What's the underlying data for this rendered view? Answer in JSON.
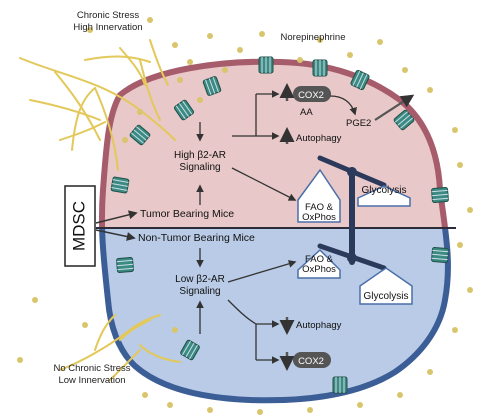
{
  "labels": {
    "top_left_line1": "Chronic Stress",
    "top_left_line2": "High Innervation",
    "bottom_left_line1": "No Chronic Stress",
    "bottom_left_line2": "Low Innervation",
    "norepinephrine": "Norepinephrine",
    "mdsc": "MDSC",
    "tumor_bearing": "Tumor Bearing Mice",
    "non_tumor_bearing": "Non-Tumor Bearing Mice",
    "high_signal_line1": "High β2-AR",
    "high_signal_line2": "Signaling",
    "low_signal_line1": "Low β2-AR",
    "low_signal_line2": "Signaling",
    "cox2_top": "COX2",
    "aa": "AA",
    "pge2": "PGE2",
    "autophagy_top": "Autophagy",
    "autophagy_bottom": "Autophagy",
    "fao_top_line1": "FAO &",
    "fao_top_line2": "OxPhos",
    "glycolysis_top": "Glycolysis",
    "fao_bottom_line1": "FAO &",
    "fao_bottom_line2": "OxPhos",
    "glycolysis_bottom": "Glycolysis",
    "cox2_bottom": "COX2"
  },
  "colors": {
    "tumor_fill": "#e8c8c8",
    "non_tumor_fill": "#b9cbe6",
    "membrane_top": "#a65c6b",
    "membrane_bottom": "#3c5e96",
    "receptor": "#3b8b80",
    "dot": "#d9c56b",
    "nerve": "#e3c85a",
    "arrow": "#333333",
    "scale_dark": "#2b3a5a",
    "pan_stroke": "#4a6fa8"
  }
}
